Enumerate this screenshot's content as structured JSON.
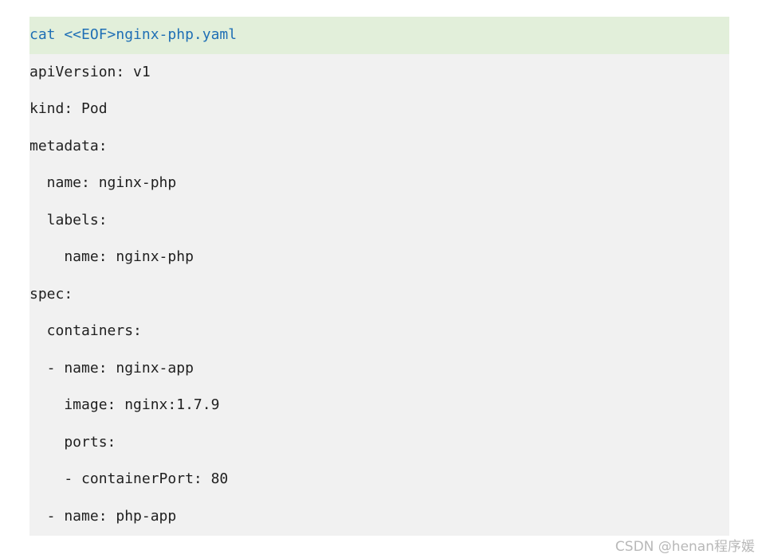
{
  "code_block": {
    "lines": [
      "cat <<EOF>nginx-php.yaml",
      "apiVersion: v1",
      "kind: Pod",
      "metadata:",
      "  name: nginx-php",
      "  labels:",
      "    name: nginx-php",
      "spec:",
      "  containers:",
      "  - name: nginx-app",
      "    image: nginx:1.7.9",
      "    ports:",
      "    - containerPort: 80",
      "  - name: php-app"
    ],
    "highlight_color": "#e2efda",
    "highlight_text_color": "#1f6fb5",
    "background_color": "#f1f1f1"
  },
  "watermark": {
    "text": "CSDN @henan程序媛"
  }
}
